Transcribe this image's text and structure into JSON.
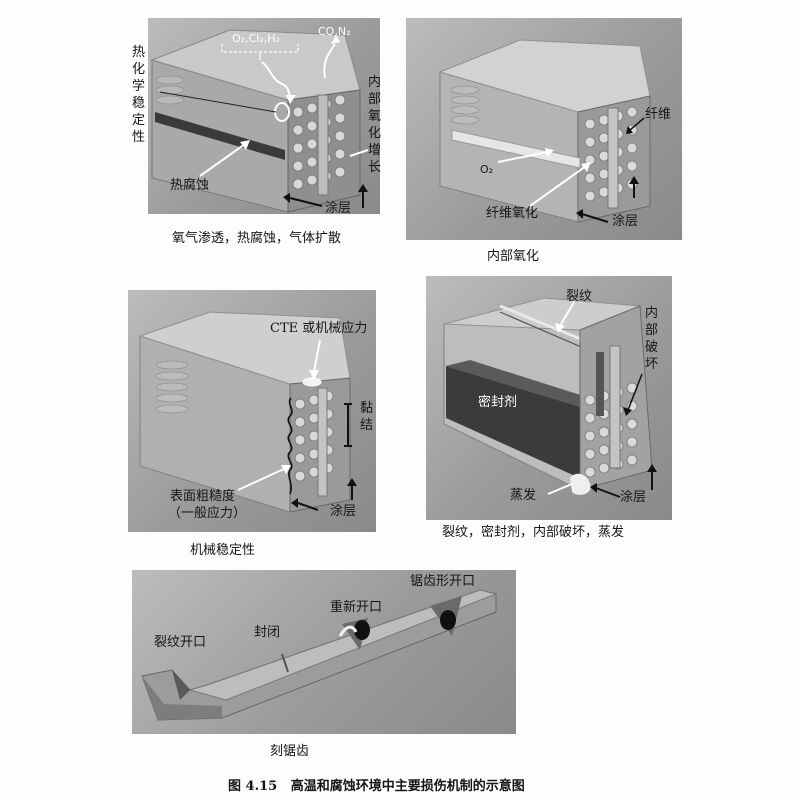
{
  "panels": {
    "thermochemical": {
      "gas_in": "O₂,Cl₂,H₂",
      "gas_out": "CO,N₂",
      "stability": "热化学稳定性",
      "internal_oxidation_growth": "内部氧化增长",
      "hot_corrosion": "热腐蚀",
      "coating": "涂层",
      "caption": "氧气渗透，热腐蚀，气体扩散"
    },
    "internal_oxidation": {
      "fiber": "纤维",
      "oxygen": "O₂",
      "fiber_oxidation": "纤维氧化",
      "coating": "涂层",
      "caption": "内部氧化"
    },
    "mechanical": {
      "cte": "CTE 或机械应力",
      "bonding": "黏结",
      "roughness": "表面粗糙度",
      "stress": "（一般应力）",
      "coating": "涂层",
      "caption": "机械稳定性"
    },
    "cracking": {
      "crack": "裂纹",
      "internal_damage": "内部破坏",
      "sealant": "密封剂",
      "evaporation": "蒸发",
      "coating": "涂层",
      "caption": "裂纹，密封剂，内部破坏，蒸发"
    },
    "notch": {
      "sawtooth_opening": "锯齿形开口",
      "reopening": "重新开口",
      "closing": "封闭",
      "crack_opening": "裂纹开口",
      "caption": "刻锯齿"
    }
  },
  "figure_caption": {
    "number": "图 4.15",
    "title": "高温和腐蚀环境中主要损伤机制的示意图"
  }
}
